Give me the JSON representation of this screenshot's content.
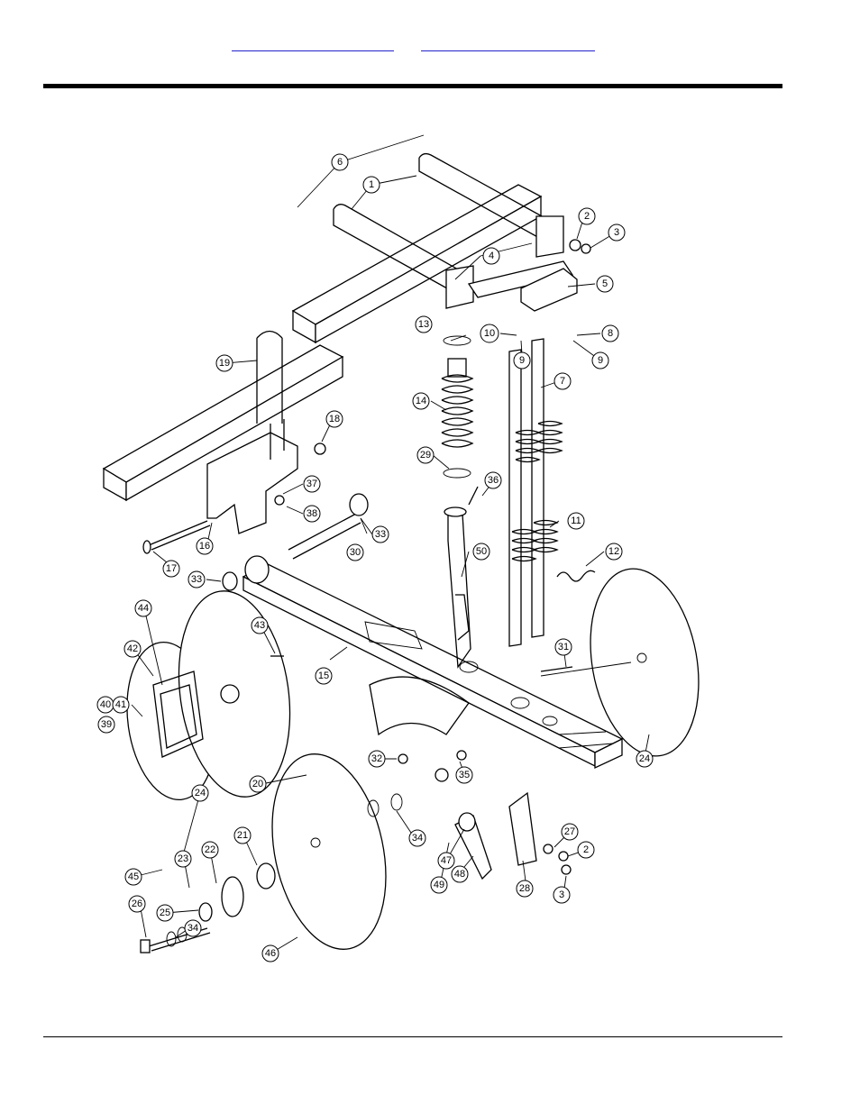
{
  "header": {
    "link_left": "",
    "link_right": ""
  },
  "callouts": [
    {
      "id": "c1",
      "label": "1"
    },
    {
      "id": "c2",
      "label": "2"
    },
    {
      "id": "c2b",
      "label": "2"
    },
    {
      "id": "c3",
      "label": "3"
    },
    {
      "id": "c3b",
      "label": "3"
    },
    {
      "id": "c4",
      "label": "4"
    },
    {
      "id": "c5",
      "label": "5"
    },
    {
      "id": "c6",
      "label": "6"
    },
    {
      "id": "c7",
      "label": "7"
    },
    {
      "id": "c8",
      "label": "8"
    },
    {
      "id": "c9",
      "label": "9"
    },
    {
      "id": "c9b",
      "label": "9"
    },
    {
      "id": "c10",
      "label": "10"
    },
    {
      "id": "c11",
      "label": "11"
    },
    {
      "id": "c12",
      "label": "12"
    },
    {
      "id": "c13",
      "label": "13"
    },
    {
      "id": "c14",
      "label": "14"
    },
    {
      "id": "c15",
      "label": "15"
    },
    {
      "id": "c16",
      "label": "16"
    },
    {
      "id": "c17",
      "label": "17"
    },
    {
      "id": "c18",
      "label": "18"
    },
    {
      "id": "c19",
      "label": "19"
    },
    {
      "id": "c20",
      "label": "20"
    },
    {
      "id": "c21",
      "label": "21"
    },
    {
      "id": "c22",
      "label": "22"
    },
    {
      "id": "c23",
      "label": "23"
    },
    {
      "id": "c24",
      "label": "24"
    },
    {
      "id": "c24b",
      "label": "24"
    },
    {
      "id": "c25",
      "label": "25"
    },
    {
      "id": "c26",
      "label": "26"
    },
    {
      "id": "c27",
      "label": "27"
    },
    {
      "id": "c28",
      "label": "28"
    },
    {
      "id": "c29",
      "label": "29"
    },
    {
      "id": "c30",
      "label": "30"
    },
    {
      "id": "c31",
      "label": "31"
    },
    {
      "id": "c32",
      "label": "32"
    },
    {
      "id": "c33",
      "label": "33"
    },
    {
      "id": "c33b",
      "label": "33"
    },
    {
      "id": "c34",
      "label": "34"
    },
    {
      "id": "c34b",
      "label": "34"
    },
    {
      "id": "c35",
      "label": "35"
    },
    {
      "id": "c36",
      "label": "36"
    },
    {
      "id": "c37",
      "label": "37"
    },
    {
      "id": "c38",
      "label": "38"
    },
    {
      "id": "c39",
      "label": "39"
    },
    {
      "id": "c40",
      "label": "40"
    },
    {
      "id": "c41",
      "label": "41"
    },
    {
      "id": "c42",
      "label": "42"
    },
    {
      "id": "c43",
      "label": "43"
    },
    {
      "id": "c44",
      "label": "44"
    },
    {
      "id": "c45",
      "label": "45"
    },
    {
      "id": "c46",
      "label": "46"
    },
    {
      "id": "c47",
      "label": "47"
    },
    {
      "id": "c48",
      "label": "48"
    },
    {
      "id": "c49",
      "label": "49"
    },
    {
      "id": "c50",
      "label": "50"
    }
  ]
}
